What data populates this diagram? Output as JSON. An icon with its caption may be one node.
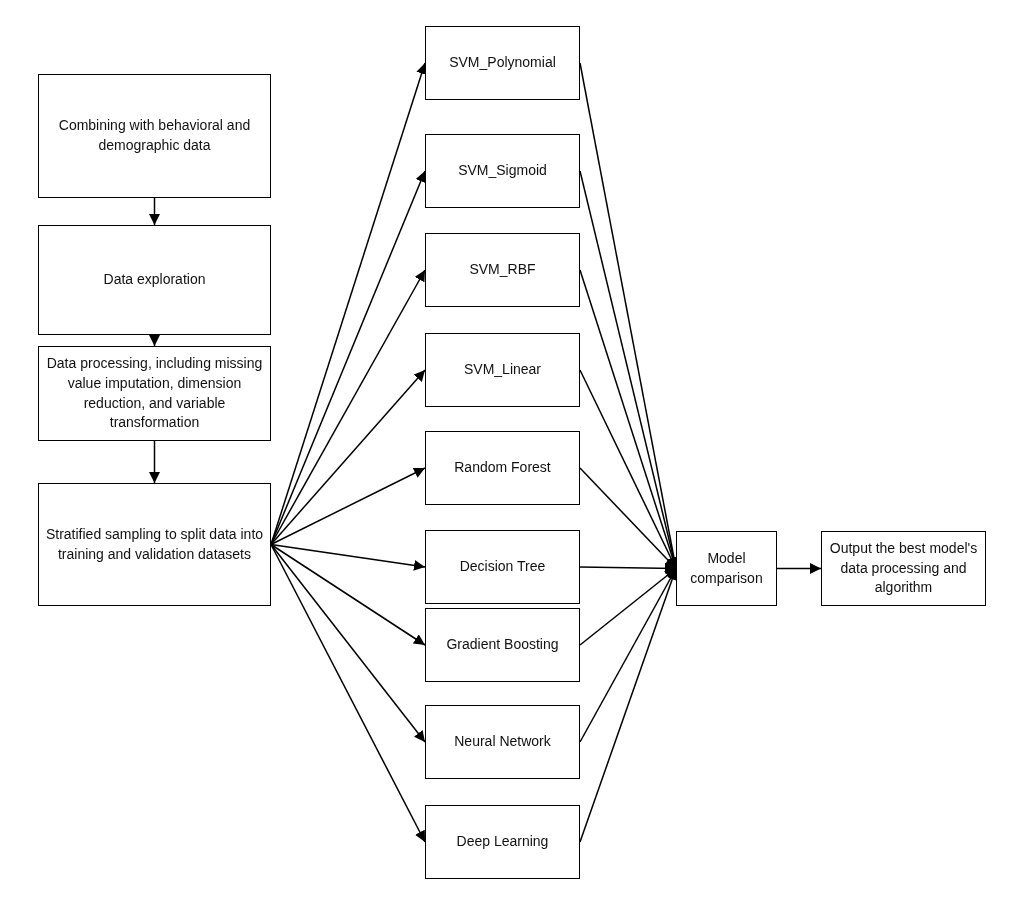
{
  "diagram": {
    "nodes": [
      {
        "text": [
          "Combining with behavioral and demographic data"
        ]
      },
      {
        "text": [
          "Data exploration"
        ]
      },
      {
        "text": [
          "Data processing, including missing value imputation, dimension reduction, and variable transformation"
        ]
      },
      {
        "text": [
          "Stratified sampling to split data into training and validation datasets"
        ]
      },
      {
        "text": [
          "SVM_Polynomial"
        ]
      },
      {
        "text": [
          "SVM_Sigmoid"
        ]
      },
      {
        "text": [
          "SVM_RBF"
        ]
      },
      {
        "text": [
          "SVM_Linear"
        ]
      },
      {
        "text": [
          "Random Forest"
        ]
      },
      {
        "text": [
          "Decision Tree"
        ]
      },
      {
        "text": [
          "Gradient Boosting"
        ]
      },
      {
        "text": [
          "Neural Network"
        ]
      },
      {
        "text": [
          "Deep Learning"
        ]
      },
      {
        "text": [
          "Model comparison"
        ]
      },
      {
        "text": [
          "Output the best model's data processing and algorithm"
        ]
      }
    ],
    "edges": [
      {
        "from": 0,
        "to": 1,
        "arrow": "to"
      },
      {
        "from": 1,
        "to": 2,
        "arrow": "to"
      },
      {
        "from": 2,
        "to": 3,
        "arrow": "to"
      },
      {
        "from": 3,
        "to": 4,
        "arrow": "to"
      },
      {
        "from": 3,
        "to": 5,
        "arrow": "to"
      },
      {
        "from": 3,
        "to": 6,
        "arrow": "to"
      },
      {
        "from": 3,
        "to": 7,
        "arrow": "to"
      },
      {
        "from": 3,
        "to": 8,
        "arrow": "to"
      },
      {
        "from": 3,
        "to": 9,
        "arrow": "to"
      },
      {
        "from": 3,
        "to": 10,
        "arrow": "to"
      },
      {
        "from": 3,
        "to": 11,
        "arrow": "to"
      },
      {
        "from": 3,
        "to": 12,
        "arrow": "to"
      },
      {
        "from": 4,
        "to": 13,
        "arrow": "to"
      },
      {
        "from": 5,
        "to": 13,
        "arrow": "to"
      },
      {
        "from": 6,
        "to": 13,
        "arrow": "to"
      },
      {
        "from": 7,
        "to": 13,
        "arrow": "to"
      },
      {
        "from": 8,
        "to": 13,
        "arrow": "to"
      },
      {
        "from": 9,
        "to": 13,
        "arrow": "to"
      },
      {
        "from": 10,
        "to": 13,
        "arrow": "to"
      },
      {
        "from": 11,
        "to": 13,
        "arrow": "to"
      },
      {
        "from": 12,
        "to": 13,
        "arrow": "to"
      },
      {
        "from": 13,
        "to": 14,
        "arrow": "to"
      }
    ]
  }
}
